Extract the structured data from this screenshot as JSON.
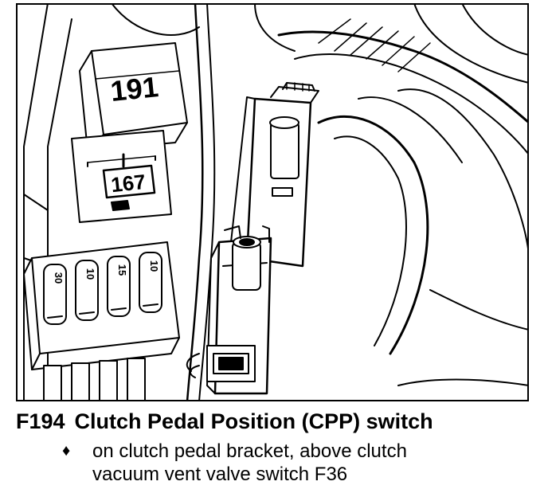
{
  "figure": {
    "relay_large_label": "191",
    "relay_small_label": "167",
    "fuses": [
      "30",
      "10",
      "15",
      "10"
    ]
  },
  "caption": {
    "code": "F194",
    "title": "Clutch Pedal Position (CPP) switch",
    "bullet_symbol": "♦",
    "bullet_text": "on clutch pedal bracket, above clutch\nvacuum vent valve switch F36"
  }
}
